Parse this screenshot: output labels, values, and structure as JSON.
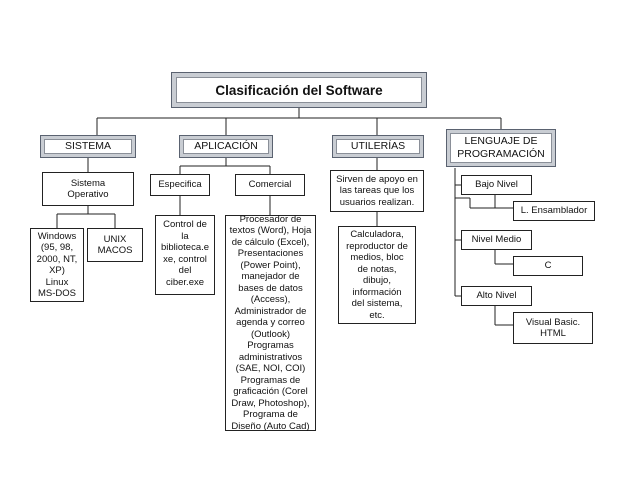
{
  "title": "Clasificación del Software",
  "categories": {
    "sistema": "SISTEMA",
    "aplicacion": "APLICACIÓN",
    "utilerias": "UTILERÍAS",
    "lenguaje": "LENGUAJE DE\nPROGRAMACIÓN"
  },
  "sistema": {
    "operativo": "Sistema\nOperativo",
    "windows": "Windows\n(95, 98,\n2000, NT,\nXP)\nLinux\nMS-DOS",
    "unix": "UNIX\nMACOS"
  },
  "aplicacion": {
    "especifica": "Especifica",
    "comercial": "Comercial",
    "especifica_items": "Control de\nla\nbiblioteca.e\nxe, control\ndel\nciber.exe",
    "comercial_items": "Procesador de\ntextos (Word), Hoja\nde cálculo (Excel),\nPresentaciones\n(Power Point),\nmanejador de\nbases de datos\n(Access),\nAdministrador de\nagenda y correo\n(Outlook)\nProgramas\nadministrativos\n(SAE, NOI, COI)\nProgramas de\ngraficación (Corel\nDraw, Photoshop),\nPrograma de\nDiseño (Auto Cad)"
  },
  "utilerias": {
    "descripcion": "Sirven de apoyo en\nlas tareas que los\nusuarios realizan.",
    "ejemplos": "Calculadora,\nreproductor de\nmedios, bloc\nde notas,\ndibujo,\ninformación\ndel sistema,\netc."
  },
  "lenguaje": {
    "bajo": "Bajo Nivel",
    "ensamblador": "L. Ensamblador",
    "medio": "Nivel Medio",
    "c": "C",
    "alto": "Alto Nivel",
    "visual": "Visual Basic.\nHTML"
  }
}
